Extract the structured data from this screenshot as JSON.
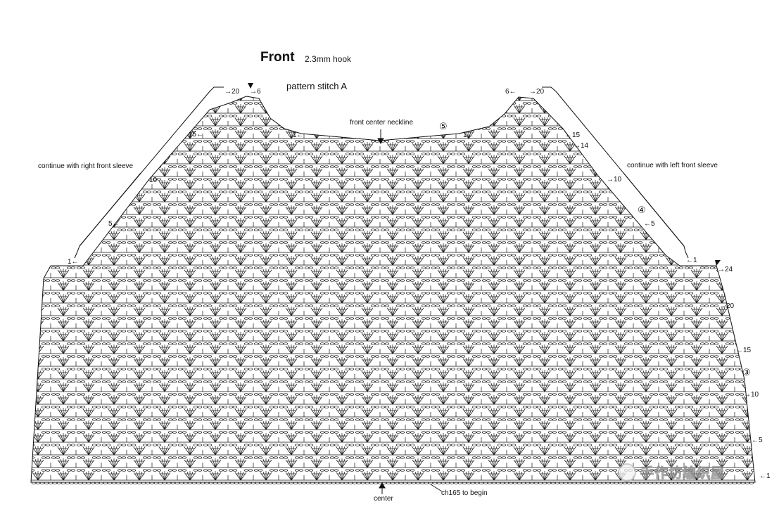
{
  "title": "Front",
  "hook": "2.3mm hook",
  "stitch": "pattern stitch A",
  "neckline_label": "front center neckline",
  "right_sleeve_note": "continue with right front sleeve",
  "left_sleeve_note": "continue with left front sleeve",
  "center_label": "center",
  "begin_label": "ch165 to begin",
  "section_marks": {
    "s3": "③",
    "s4": "④",
    "s5": "⑤"
  },
  "row_markers": {
    "l20": "→20",
    "l6": "→6",
    "r6": "6←",
    "r20": "→20",
    "l15": "15←",
    "l1n": "1←",
    "r1n": "1←",
    "r15": "←15",
    "r14": "→14",
    "l10": "10→",
    "r10": "→10",
    "l5": "5←",
    "r5": "←5",
    "l1s": "1←",
    "r1s": "←1",
    "r24": "→24",
    "b20": "→20",
    "b15": "←15",
    "b10": "→10",
    "b5": "←5",
    "b1": "←1"
  },
  "watermark": "手作坊编织屋",
  "colors": {
    "ink": "#111111",
    "paper": "#ffffff",
    "watermark": "#9a9a9a"
  },
  "icons": {
    "row_start": "triangle-marker-icon",
    "arrow": "up-arrow-icon"
  }
}
